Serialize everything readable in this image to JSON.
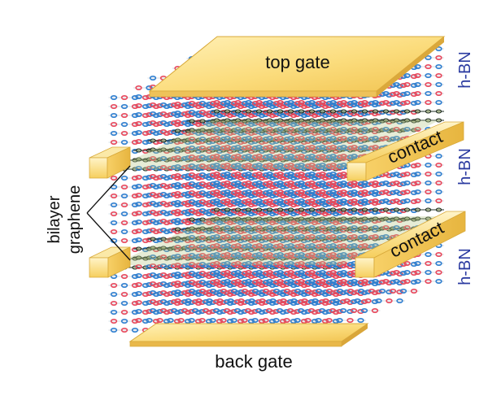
{
  "labels": {
    "top_gate": "top gate",
    "back_gate": "back gate",
    "contact_upper": "contact",
    "contact_lower": "contact",
    "hbn_top": "h-BN",
    "hbn_middle": "h-BN",
    "hbn_bottom": "h-BN",
    "bilayer_line1": "bilayer",
    "bilayer_line2": "graphene"
  },
  "colors": {
    "gate_fill": "#f8d36a",
    "gate_top_face": "#fbe08a",
    "gate_edge": "#d8a93a",
    "boron_atom": "#e8485c",
    "nitrogen_atom": "#2f7fd0",
    "hbn_bond": "#7d8fa8",
    "graphene_bond": "#1d2b22",
    "graphene_tint": "#b8c98a",
    "hbn_label": "#2a3aa0",
    "text": "#111111"
  },
  "structure": {
    "layer_order_top_to_bottom": [
      "top gate",
      "h-BN",
      "bilayer graphene",
      "h-BN",
      "bilayer graphene",
      "h-BN",
      "back gate"
    ],
    "graphene_bilayers": 2
  }
}
